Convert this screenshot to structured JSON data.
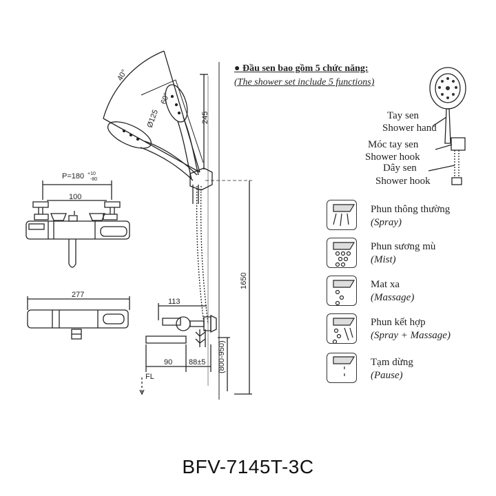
{
  "heading": {
    "vi": "● Đầu sen bao gồm 5 chức năng:",
    "en": "(The shower set include 5 functions)"
  },
  "parts": [
    {
      "vi": "Tay sen",
      "en": "Shower hand"
    },
    {
      "vi": "Móc tay sen",
      "en": "Shower hook"
    },
    {
      "vi": "Dây sen",
      "en": "Shower hook"
    }
  ],
  "functions": [
    {
      "vi": "Phun thông thường",
      "en": "(Spray)"
    },
    {
      "vi": "Phun sương mù",
      "en": "(Mist)"
    },
    {
      "vi": "Mat xa",
      "en": "(Massage)"
    },
    {
      "vi": "Phun kết hợp",
      "en": "(Spray + Massage)"
    },
    {
      "vi": "Tạm dừng",
      "en": "(Pause)"
    }
  ],
  "dimensions": {
    "angle_40": "40°",
    "angle_60": "60°",
    "dia_125": "Ø125",
    "d245": "245",
    "d1650": "1650",
    "p_label": "P=180",
    "p_tol_top": "+10",
    "p_tol_bot": "-80",
    "d100": "100",
    "d277": "277",
    "d113": "113",
    "d90": "90",
    "d88": "88±5",
    "range": "(800-950)",
    "fl": "FL"
  },
  "model": "BFV-7145T-3C"
}
